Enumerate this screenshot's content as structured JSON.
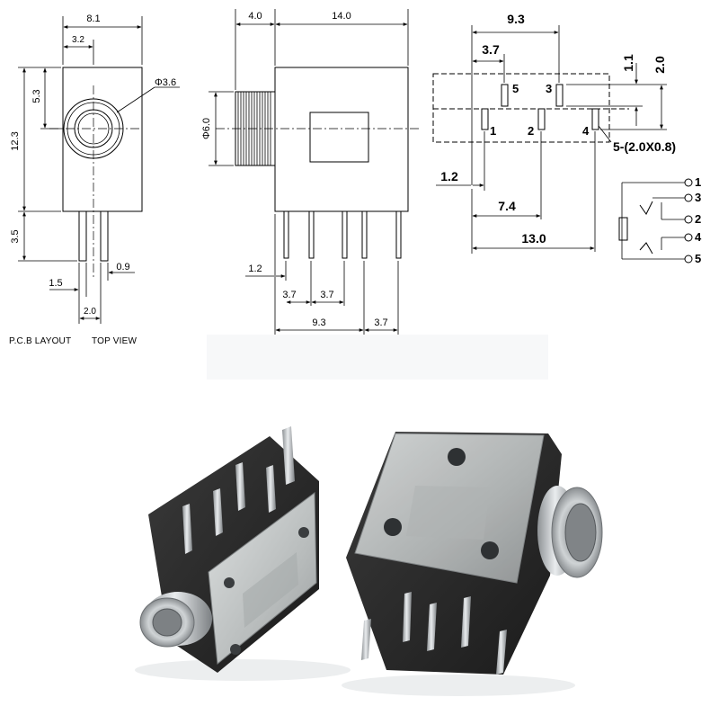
{
  "dims": {
    "top_width": "8.1",
    "top_offset": "3.2",
    "diameter": "Φ3.6",
    "height_upper": "5.3",
    "height_total": "12.3",
    "pin_length": "3.5",
    "pin_offset": "1.5",
    "pin_width": "0.9",
    "pin_spacing": "2.0",
    "side_flange": "4.0",
    "side_body": "14.0",
    "side_diameter": "Φ6.0",
    "side_pin_offset": "1.2",
    "side_pitch_a": "3.7",
    "side_pitch_b": "3.7",
    "side_span_a": "9.3",
    "side_span_b": "3.7",
    "layout_width": "9.3",
    "layout_offset": "3.7",
    "layout_rowgap": "1.1",
    "layout_height": "2.0",
    "layout_edge": "1.2",
    "layout_mid": "7.4",
    "layout_total": "13.0",
    "slot_size": "5-(2.0X0.8)"
  },
  "pins": {
    "p1": "1",
    "p2": "2",
    "p3": "3",
    "p4": "4",
    "p5": "5"
  },
  "schematic": {
    "n1": "1",
    "n3": "3",
    "n2": "2",
    "n4": "4",
    "n5": "5"
  },
  "captions": {
    "left": "P.C.B LAYOUT",
    "right": "TOP VIEW"
  },
  "colors": {
    "housing": "#2b2b2b",
    "cover": "#c9cccc",
    "metal": "#b8bcbf"
  }
}
